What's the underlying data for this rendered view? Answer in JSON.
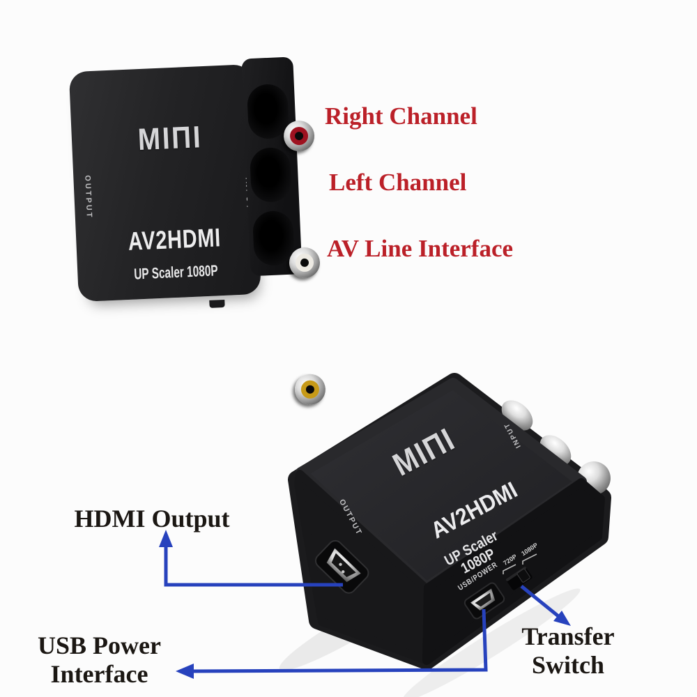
{
  "background": "#fcfcfc",
  "colors": {
    "arrow_blue": "#2742bd",
    "red_label": "#bb2028",
    "black_label": "#1b1713",
    "device_body": "#1d1d1f",
    "logo_gray": "#d6d6d8"
  },
  "top_device": {
    "logo_text": "MINI",
    "logo_display": "MIΠI",
    "side_label_left": "OUTPUT",
    "side_label_right": "INPUT",
    "model": "AV2HDMI",
    "subtitle": "UP Scaler 1080P",
    "jacks": [
      {
        "name": "right-channel-jack",
        "ring_color": "#9e1220"
      },
      {
        "name": "left-channel-jack",
        "ring_color": "#edeae3"
      },
      {
        "name": "video-jack",
        "ring_color": "#c79a18"
      }
    ]
  },
  "top_annotations": [
    {
      "label": "Right Channel"
    },
    {
      "label": "Left Channel"
    },
    {
      "label": "AV Line Interface"
    }
  ],
  "bottom_device": {
    "logo_text": "MINI",
    "logo_display": "MIΠI",
    "input_label": "INPUT",
    "output_label": "OUTPUT",
    "model": "AV2HDMI",
    "subtitle": "UP Scaler 1080P",
    "usb_label": "USB/POWER",
    "switch_labels": [
      "720P",
      "1080P"
    ]
  },
  "bottom_annotations": {
    "hdmi_output": "HDMI Output",
    "usb_power": [
      "USB Power",
      "Interface"
    ],
    "transfer_switch": [
      "Transfer",
      "Switch"
    ]
  }
}
